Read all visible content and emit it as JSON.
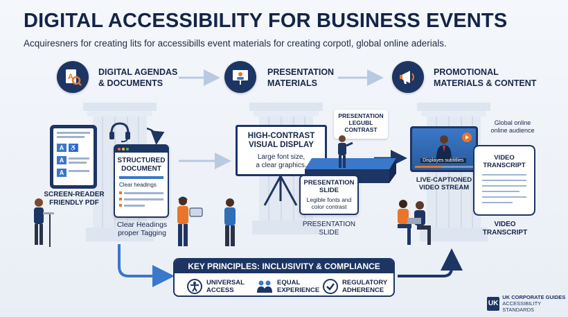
{
  "header": {
    "title": "DIGITAL ACCESSIBILITY FOR BUSINESS EVENTS",
    "subtitle": "Acquiresners for creating lits for accessibills event materials  for creating corpotl, global online aderials."
  },
  "sections": [
    {
      "label_line1": "DIGITAL AGENDAS",
      "label_line2": "& DOCUMENTS",
      "icon": "document-search-icon"
    },
    {
      "label_line1": "PRESENTATION",
      "label_line2": "MATERIALS",
      "icon": "presentation-board-icon"
    },
    {
      "label_line1": "PROMOTIONAL",
      "label_line2": "MATERIALS & CONTENT",
      "icon": "megaphone-icon"
    }
  ],
  "documents": {
    "pdf_label_line1": "SCREEN-READER",
    "pdf_label_line2": "FRIENDLY PDF",
    "structured_title_line1": "STRUCTURED",
    "structured_title_line2": "DOCUMENT",
    "structured_item": "Clear headings",
    "tagging_line1": "Clear Headings",
    "tagging_line2": "proper Tagging"
  },
  "presentation": {
    "display_title_line1": "HIGH-CONTRAST",
    "display_title_line2": "VISUAL DISPLAY",
    "display_body_line1": "Large font size,",
    "display_body_line2": "a clear graphics.",
    "callout_line1": "PRESENTATION",
    "callout_line2": "LEGUBL",
    "callout_line3": "CONTRAST",
    "slide_title_line1": "PRESENTATION",
    "slide_title_line2": "SLIDE",
    "slide_body_line1": "Legible fonts and",
    "slide_body_line2": "color contrast",
    "slide_label_line1": "PRESENTATION",
    "slide_label_line2": "SLIDE"
  },
  "promotional": {
    "subtitle_caption": "Displayes subtitlies",
    "stream_label_line1": "LIVE-CAPTIONED",
    "stream_label_line2": "VIDEO STREAM",
    "audience_line1": "Global online",
    "audience_line2": "online audience",
    "transcript_title_line1": "VIDEO",
    "transcript_title_line2": "TRANSCRIPT",
    "transcript_label_line1": "VIDEO",
    "transcript_label_line2": "TRANSCRIPT"
  },
  "principles": {
    "heading": "KEY PRINCIPLES: INCLUSIVITY & COMPLIANCE",
    "items": [
      {
        "line1": "UNIVERSAL",
        "line2": "ACCESS",
        "icon": "accessibility-icon"
      },
      {
        "line1": "EQUAL",
        "line2": "EXPERIENCE",
        "icon": "people-icon"
      },
      {
        "line1": "REGULATORY",
        "line2": "ADHERENCE",
        "icon": "check-badge-icon"
      }
    ]
  },
  "logo": {
    "mark": "UK",
    "line1": "UK CORPORATE GUIDES",
    "line2": "ACCESSIBILITY STANDARDS"
  },
  "colors": {
    "navy": "#1d3563",
    "accent_orange": "#e8752a",
    "accent_blue": "#3a78c9",
    "background": "#eef2f8"
  }
}
